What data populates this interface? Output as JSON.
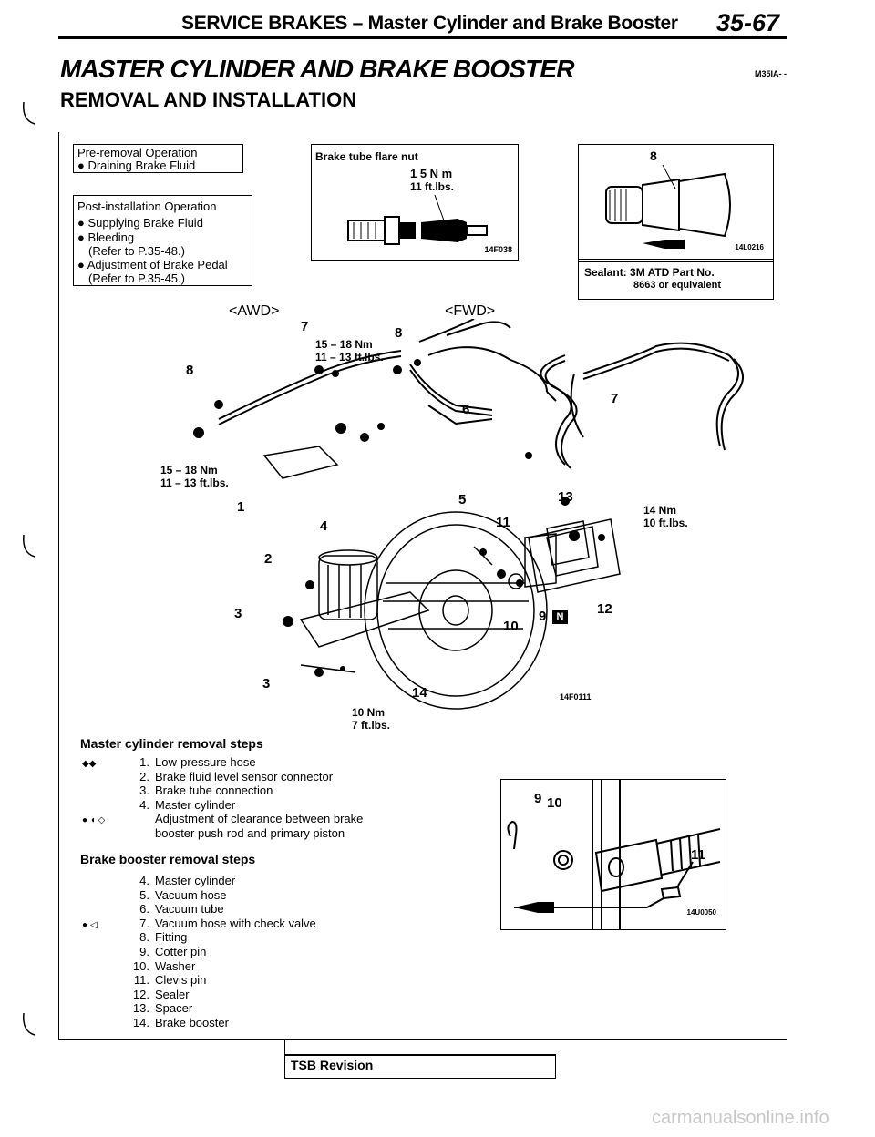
{
  "header": {
    "title": "SERVICE BRAKES – Master Cylinder and Brake Booster",
    "page": "35-67"
  },
  "section": {
    "title": "MASTER CYLINDER AND BRAKE BOOSTER",
    "code": "M35IA- -",
    "subtitle": "REMOVAL AND INSTALLATION"
  },
  "pre_removal": {
    "title": "Pre-removal Operation",
    "items": [
      "Draining Brake Fluid"
    ]
  },
  "post_install": {
    "title": "Post-installation Operation",
    "items": [
      "Supplying Brake Fluid",
      "Bleeding",
      "(Refer to P.35-48.)",
      "Adjustment of Brake Pedal",
      "(Refer to P.35-45.)"
    ]
  },
  "flare_nut": {
    "title": "Brake tube flare nut",
    "torque_nm": "1 5 N m",
    "torque_ftlb": "11 ft.lbs.",
    "fig_code": "14F038"
  },
  "sealant_box": {
    "callout": "8",
    "fig_code": "14L0216",
    "label": "Sealant: 3M ATD Part No.",
    "label2": "8663 or equivalent"
  },
  "variants": {
    "awd": "<AWD>",
    "fwd": "<FWD>"
  },
  "diagram": {
    "callouts": [
      "7",
      "8",
      "8",
      "6",
      "7",
      "1",
      "5",
      "13",
      "4",
      "11",
      "2",
      "12",
      "3",
      "10",
      "9",
      "3",
      "14"
    ],
    "torques": {
      "t1_nm": "15 – 18 Nm",
      "t1_ft": "11 – 13 ft.lbs.",
      "t2_nm": "15 – 18 Nm",
      "t2_ft": "11 – 13 ft.lbs.",
      "t3_nm": "14 Nm",
      "t3_ft": "10 ft.lbs.",
      "t4_nm": "10 Nm",
      "t4_ft": "7 ft.lbs."
    },
    "fig_code": "14F0111"
  },
  "master_steps": {
    "title": "Master cylinder removal steps",
    "items": [
      {
        "mark": "◆◆",
        "num": "1.",
        "text": "Low-pressure hose"
      },
      {
        "mark": "",
        "num": "2.",
        "text": "Brake fluid level sensor connector"
      },
      {
        "mark": "",
        "num": "3.",
        "text": "Brake tube connection"
      },
      {
        "mark": "",
        "num": "4.",
        "text": "Master cylinder"
      },
      {
        "mark": "● ◖ ◇",
        "num": "",
        "text": "Adjustment of clearance between brake"
      },
      {
        "mark": "",
        "num": "",
        "text": "booster push rod and primary piston"
      }
    ]
  },
  "booster_steps": {
    "title": "Brake booster removal steps",
    "items": [
      {
        "mark": "",
        "num": "4.",
        "text": "Master cylinder"
      },
      {
        "mark": "",
        "num": "5.",
        "text": "Vacuum hose"
      },
      {
        "mark": "",
        "num": "6.",
        "text": "Vacuum tube"
      },
      {
        "mark": "● ◁",
        "num": "7.",
        "text": "Vacuum hose with check valve"
      },
      {
        "mark": "",
        "num": "8.",
        "text": "Fitting"
      },
      {
        "mark": "",
        "num": "9.",
        "text": "Cotter pin"
      },
      {
        "mark": "",
        "num": "10.",
        "text": "Washer"
      },
      {
        "mark": "",
        "num": "11.",
        "text": "Clevis pin"
      },
      {
        "mark": "",
        "num": "12.",
        "text": "Sealer"
      },
      {
        "mark": "",
        "num": "13.",
        "text": "Spacer"
      },
      {
        "mark": "",
        "num": "14.",
        "text": "Brake booster"
      }
    ]
  },
  "clevis_fig": {
    "callouts": [
      "9",
      "10",
      "11"
    ],
    "fig_code": "14U0050"
  },
  "footer": {
    "tsb": "TSB Revision"
  },
  "watermark": "carmanualsonline.info"
}
